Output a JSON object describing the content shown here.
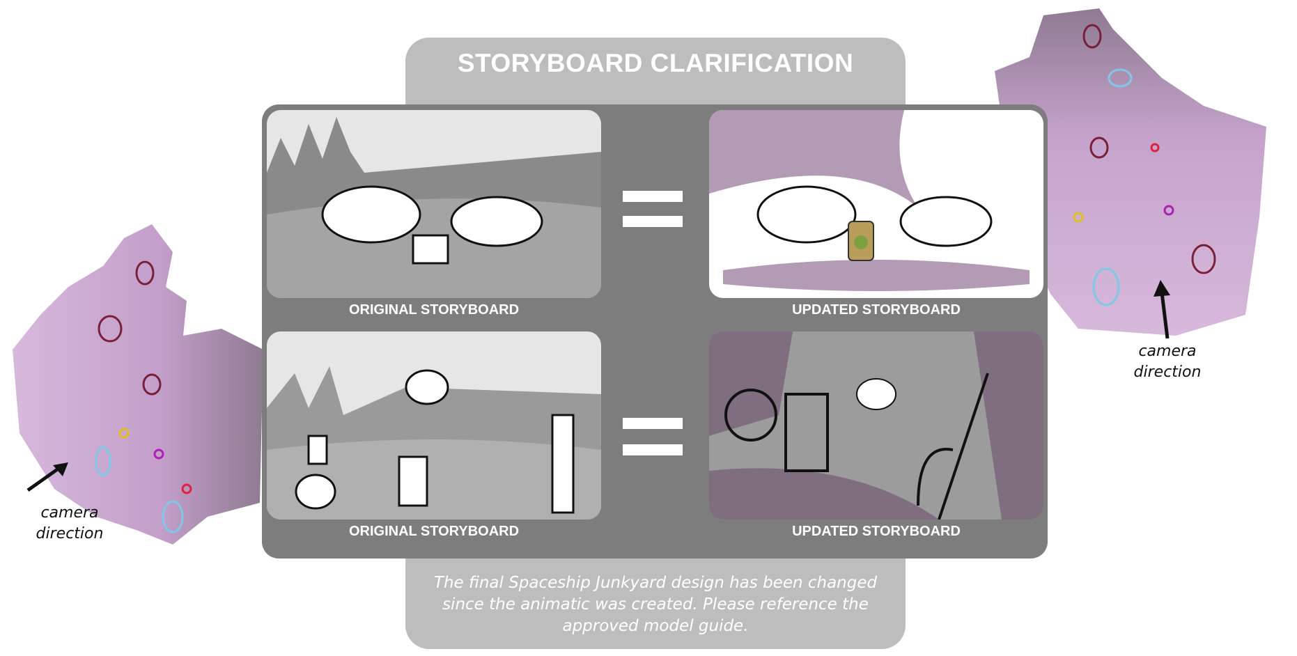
{
  "header": {
    "title": "STORYBOARD CLARIFICATION"
  },
  "panels": [
    {
      "label": "ORIGINAL STORYBOARD"
    },
    {
      "label": "UPDATED STORYBOARD"
    },
    {
      "label": "ORIGINAL STORYBOARD"
    },
    {
      "label": "UPDATED STORYBOARD"
    }
  ],
  "annotations": {
    "left_camera": {
      "line1": "camera",
      "line2": "direction"
    },
    "right_camera": {
      "line1": "camera",
      "line2": "direction"
    }
  },
  "caption": "The final Spaceship Junkyard design has been changed since the animatic was created. Please reference the approved model guide.",
  "colors": {
    "panel": "#7d7d7d",
    "box": "#bdbdbd",
    "terrain": "#c9a7cf",
    "accent_purple": "#8e7590"
  }
}
